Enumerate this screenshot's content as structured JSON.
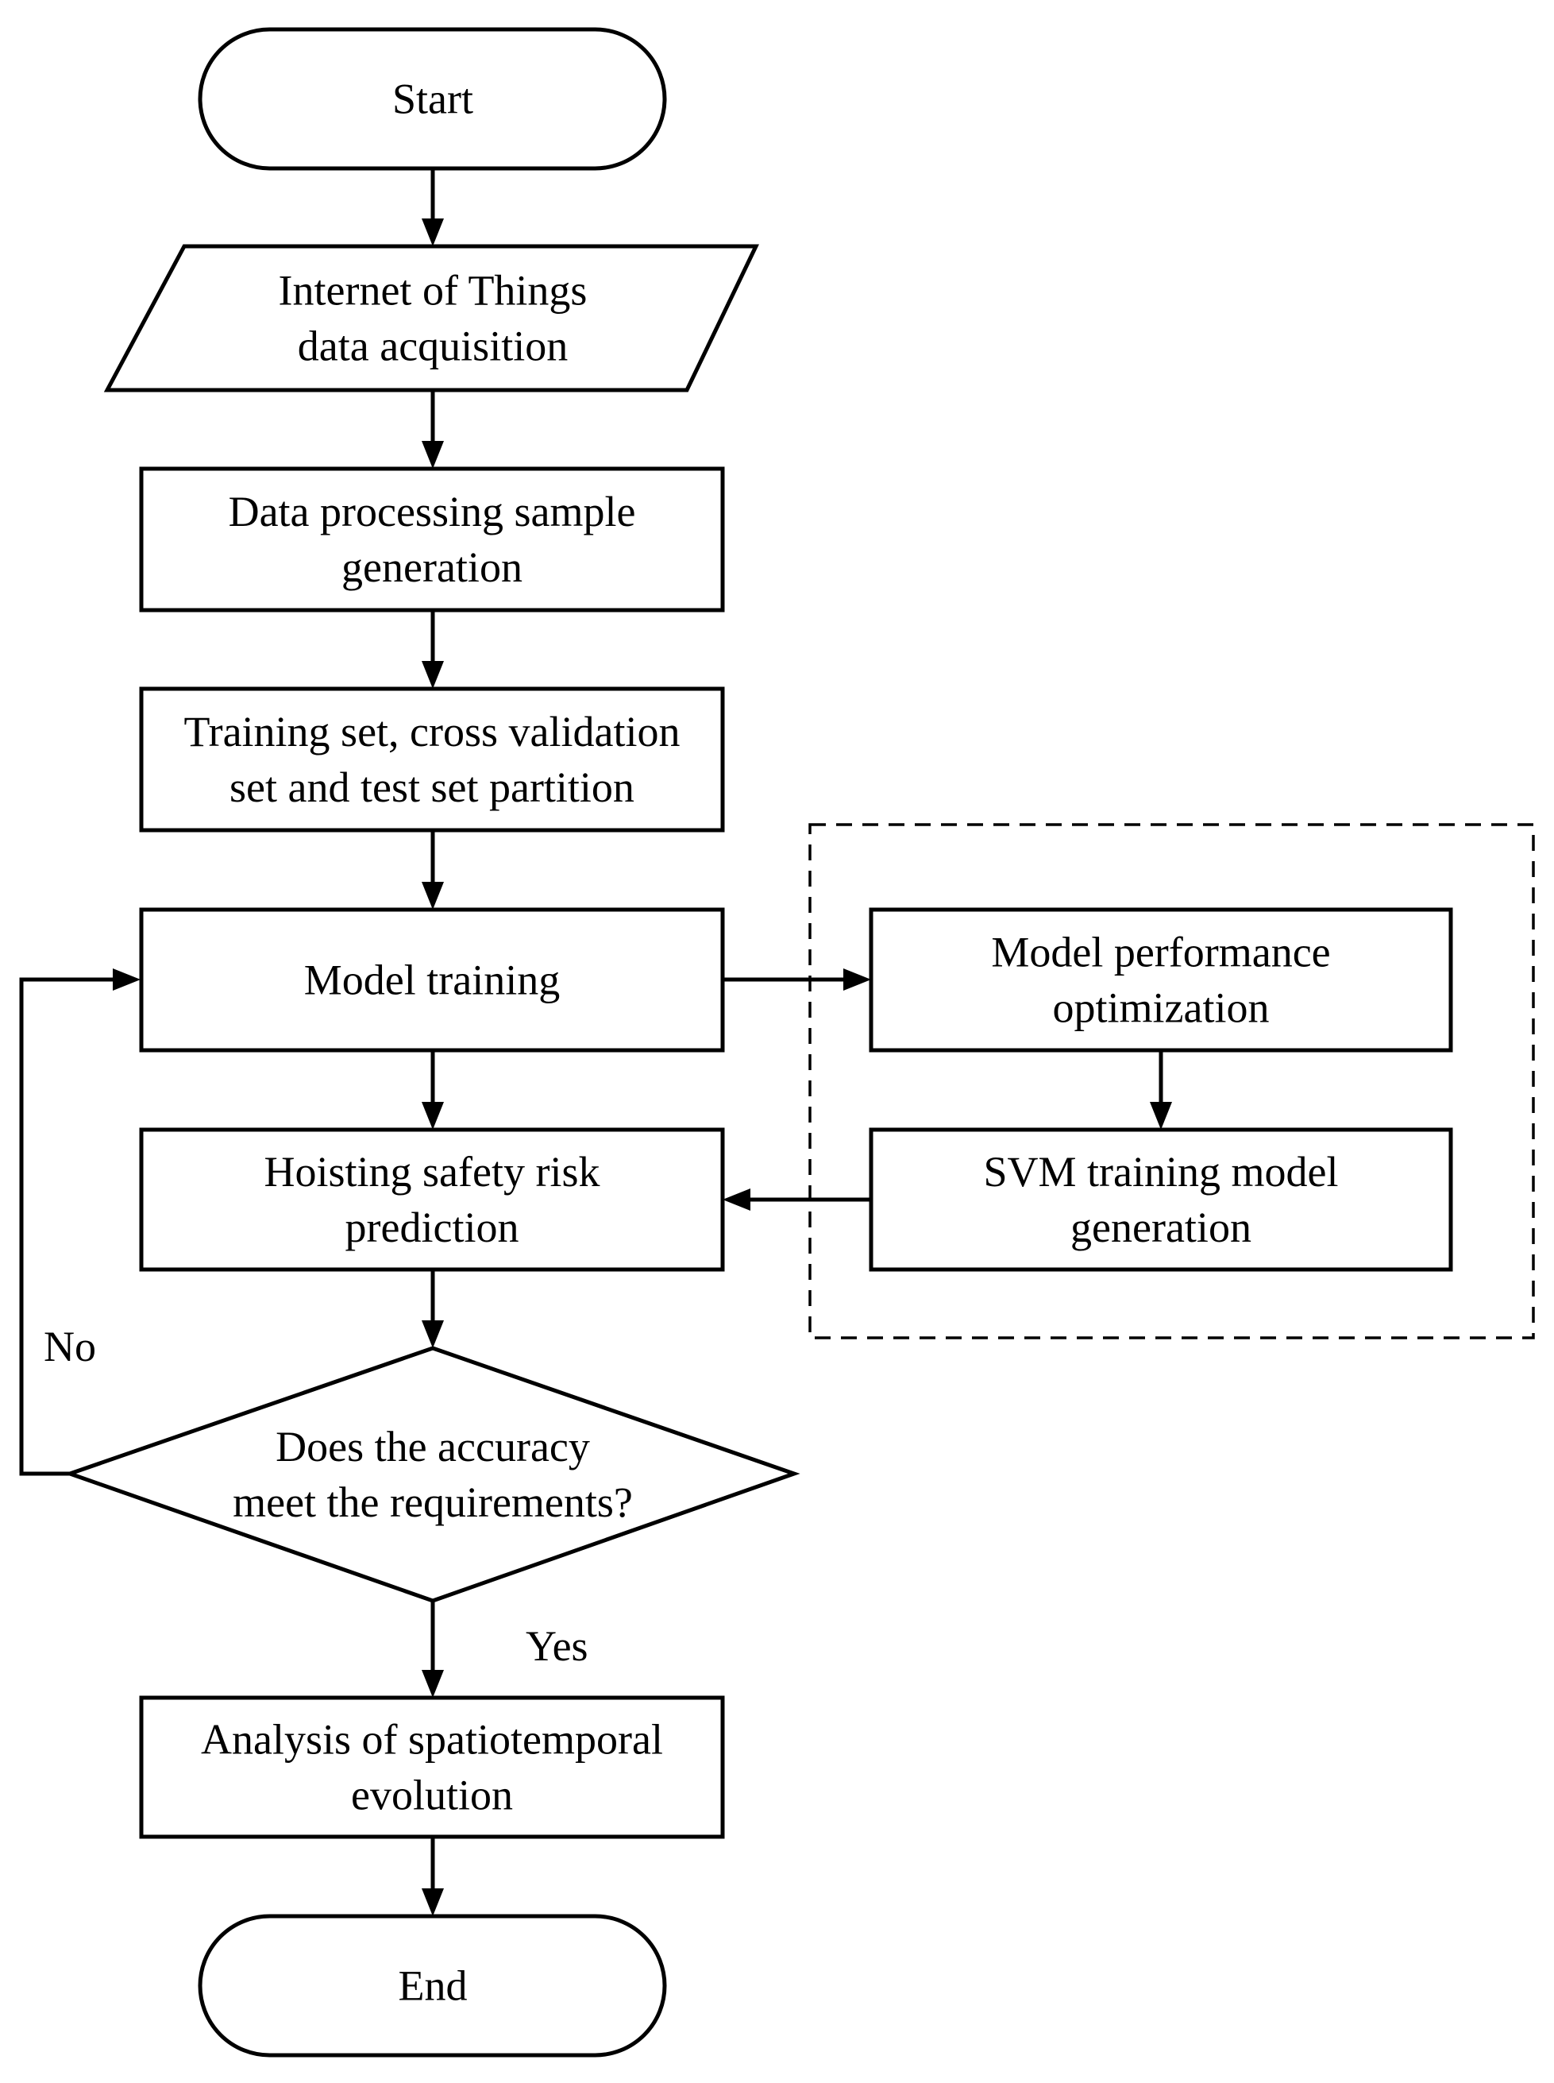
{
  "diagram": {
    "nodes": {
      "start": {
        "shape": "terminal",
        "lines": [
          "Start"
        ]
      },
      "iot": {
        "shape": "input-output",
        "lines": [
          "Internet of Things",
          "data acquisition"
        ]
      },
      "processing": {
        "shape": "process",
        "lines": [
          "Data processing sample",
          "generation"
        ]
      },
      "partition": {
        "shape": "process",
        "lines": [
          "Training set, cross validation",
          "set and test set partition"
        ]
      },
      "training": {
        "shape": "process",
        "lines": [
          "Model training"
        ]
      },
      "prediction": {
        "shape": "process",
        "lines": [
          "Hoisting safety risk",
          "prediction"
        ]
      },
      "decision": {
        "shape": "decision",
        "lines": [
          "Does the accuracy",
          "meet the requirements?"
        ]
      },
      "analysis": {
        "shape": "process",
        "lines": [
          "Analysis of spatiotemporal",
          "evolution"
        ]
      },
      "end": {
        "shape": "terminal",
        "lines": [
          "End"
        ]
      },
      "optimization": {
        "shape": "process",
        "lines": [
          "Model performance",
          "optimization"
        ]
      },
      "svm": {
        "shape": "process",
        "lines": [
          "SVM training model",
          "generation"
        ]
      }
    },
    "edges": [
      {
        "from": "start",
        "to": "iot"
      },
      {
        "from": "iot",
        "to": "processing"
      },
      {
        "from": "processing",
        "to": "partition"
      },
      {
        "from": "partition",
        "to": "training"
      },
      {
        "from": "training",
        "to": "prediction"
      },
      {
        "from": "training",
        "to": "optimization"
      },
      {
        "from": "optimization",
        "to": "svm"
      },
      {
        "from": "svm",
        "to": "prediction"
      },
      {
        "from": "prediction",
        "to": "decision"
      },
      {
        "from": "decision",
        "to": "analysis",
        "label": "Yes"
      },
      {
        "from": "decision",
        "to": "training",
        "label": "No"
      },
      {
        "from": "analysis",
        "to": "end"
      }
    ],
    "labels": {
      "yes": "Yes",
      "no": "No"
    },
    "group": {
      "style": "dashed",
      "members": [
        "optimization",
        "svm"
      ]
    }
  }
}
